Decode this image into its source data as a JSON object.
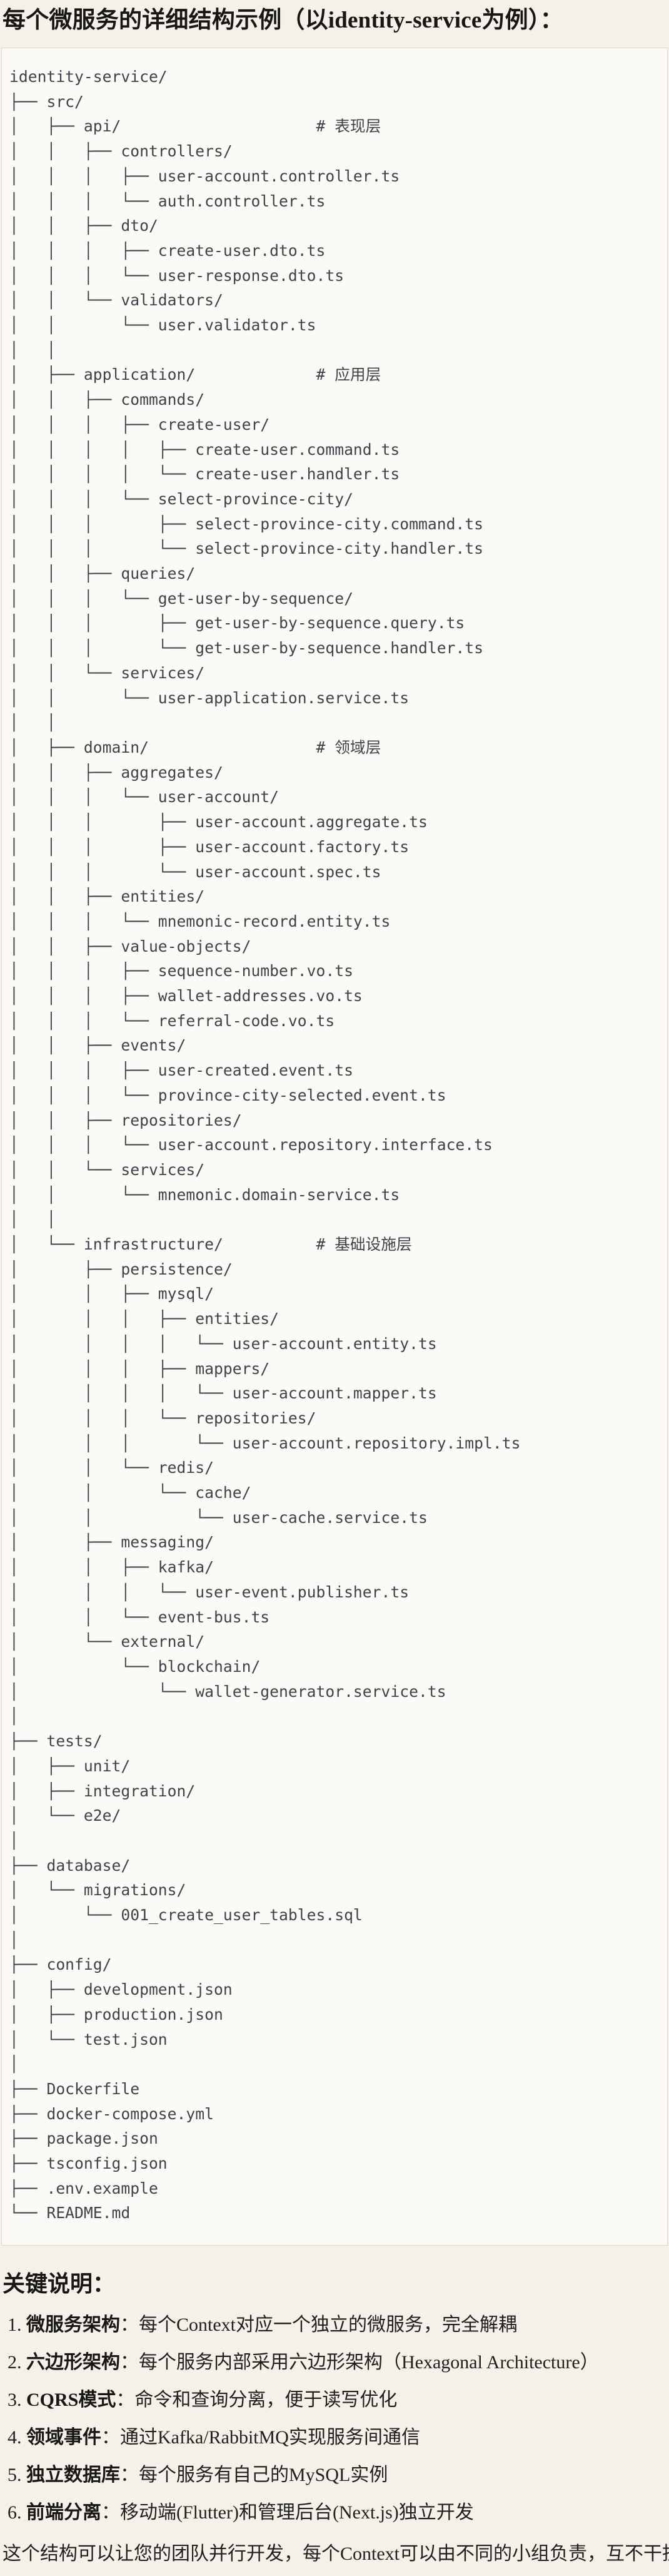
{
  "title": "每个微服务的详细结构示例（以identity-service为例）：",
  "tree": {
    "lines": [
      "identity-service/",
      "├── src/",
      "│   ├── api/                     # 表现层",
      "│   │   ├── controllers/",
      "│   │   │   ├── user-account.controller.ts",
      "│   │   │   └── auth.controller.ts",
      "│   │   ├── dto/",
      "│   │   │   ├── create-user.dto.ts",
      "│   │   │   └── user-response.dto.ts",
      "│   │   └── validators/",
      "│   │       └── user.validator.ts",
      "│   │",
      "│   ├── application/             # 应用层",
      "│   │   ├── commands/",
      "│   │   │   ├── create-user/",
      "│   │   │   │   ├── create-user.command.ts",
      "│   │   │   │   └── create-user.handler.ts",
      "│   │   │   └── select-province-city/",
      "│   │   │       ├── select-province-city.command.ts",
      "│   │   │       └── select-province-city.handler.ts",
      "│   │   ├── queries/",
      "│   │   │   └── get-user-by-sequence/",
      "│   │   │       ├── get-user-by-sequence.query.ts",
      "│   │   │       └── get-user-by-sequence.handler.ts",
      "│   │   └── services/",
      "│   │       └── user-application.service.ts",
      "│   │",
      "│   ├── domain/                  # 领域层",
      "│   │   ├── aggregates/",
      "│   │   │   └── user-account/",
      "│   │   │       ├── user-account.aggregate.ts",
      "│   │   │       ├── user-account.factory.ts",
      "│   │   │       └── user-account.spec.ts",
      "│   │   ├── entities/",
      "│   │   │   └── mnemonic-record.entity.ts",
      "│   │   ├── value-objects/",
      "│   │   │   ├── sequence-number.vo.ts",
      "│   │   │   ├── wallet-addresses.vo.ts",
      "│   │   │   └── referral-code.vo.ts",
      "│   │   ├── events/",
      "│   │   │   ├── user-created.event.ts",
      "│   │   │   └── province-city-selected.event.ts",
      "│   │   ├── repositories/",
      "│   │   │   └── user-account.repository.interface.ts",
      "│   │   └── services/",
      "│   │       └── mnemonic.domain-service.ts",
      "│   │",
      "│   └── infrastructure/          # 基础设施层",
      "│       ├── persistence/",
      "│       │   ├── mysql/",
      "│       │   │   ├── entities/",
      "│       │   │   │   └── user-account.entity.ts",
      "│       │   │   ├── mappers/",
      "│       │   │   │   └── user-account.mapper.ts",
      "│       │   │   └── repositories/",
      "│       │   │       └── user-account.repository.impl.ts",
      "│       │   └── redis/",
      "│       │       └── cache/",
      "│       │           └── user-cache.service.ts",
      "│       ├── messaging/",
      "│       │   ├── kafka/",
      "│       │   │   └── user-event.publisher.ts",
      "│       │   └── event-bus.ts",
      "│       └── external/",
      "│           └── blockchain/",
      "│               └── wallet-generator.service.ts",
      "│",
      "├── tests/",
      "│   ├── unit/",
      "│   ├── integration/",
      "│   └── e2e/",
      "│",
      "├── database/",
      "│   └── migrations/",
      "│       └── 001_create_user_tables.sql",
      "│",
      "├── config/",
      "│   ├── development.json",
      "│   ├── production.json",
      "│   └── test.json",
      "│",
      "├── Dockerfile",
      "├── docker-compose.yml",
      "├── package.json",
      "├── tsconfig.json",
      "├── .env.example",
      "└── README.md"
    ]
  },
  "notes": {
    "heading": "关键说明：",
    "items": [
      {
        "marker": "1.",
        "label": "微服务架构",
        "separator": "：",
        "text": "每个Context对应一个独立的微服务，完全解耦"
      },
      {
        "marker": "2.",
        "label": "六边形架构",
        "separator": "：",
        "text": "每个服务内部采用六边形架构（Hexagonal Architecture）"
      },
      {
        "marker": "3.",
        "label": "CQRS模式",
        "separator": "：",
        "text": "命令和查询分离，便于读写优化"
      },
      {
        "marker": "4.",
        "label": "领域事件",
        "separator": "：",
        "text": "通过Kafka/RabbitMQ实现服务间通信"
      },
      {
        "marker": "5.",
        "label": "独立数据库",
        "separator": "：",
        "text": "每个服务有自己的MySQL实例"
      },
      {
        "marker": "6.",
        "label": "前端分离",
        "separator": "：",
        "text": "移动端(Flutter)和管理后台(Next.js)独立开发"
      }
    ],
    "footer": "这个结构可以让您的团队并行开发，每个Context可以由不同的小组负责，互不干扰。"
  }
}
